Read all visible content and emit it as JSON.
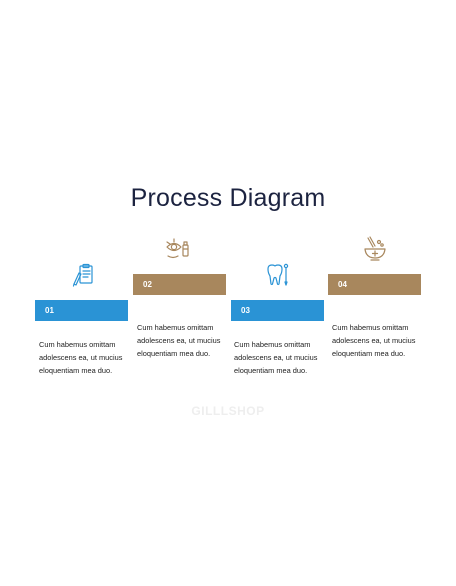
{
  "title": "Process Diagram",
  "steps": [
    {
      "number": "01",
      "text": "Cum habemus omittam adolescens ea, ut mucius eloquentiam mea duo.",
      "icon": "clipboard-pen-icon",
      "color": "#2a93d5"
    },
    {
      "number": "02",
      "text": "Cum habemus omittam adolescens ea, ut mucius eloquentiam mea duo.",
      "icon": "eye-exam-icon",
      "color": "#a8875d"
    },
    {
      "number": "03",
      "text": "Cum habemus omittam adolescens ea, ut mucius eloquentiam mea duo.",
      "icon": "tooth-icon",
      "color": "#2a93d5"
    },
    {
      "number": "04",
      "text": "Cum habemus omittam adolescens ea, ut mucius eloquentiam mea duo.",
      "icon": "mortar-pestle-icon",
      "color": "#a8875d"
    }
  ],
  "watermark": "GILLLSHOP"
}
